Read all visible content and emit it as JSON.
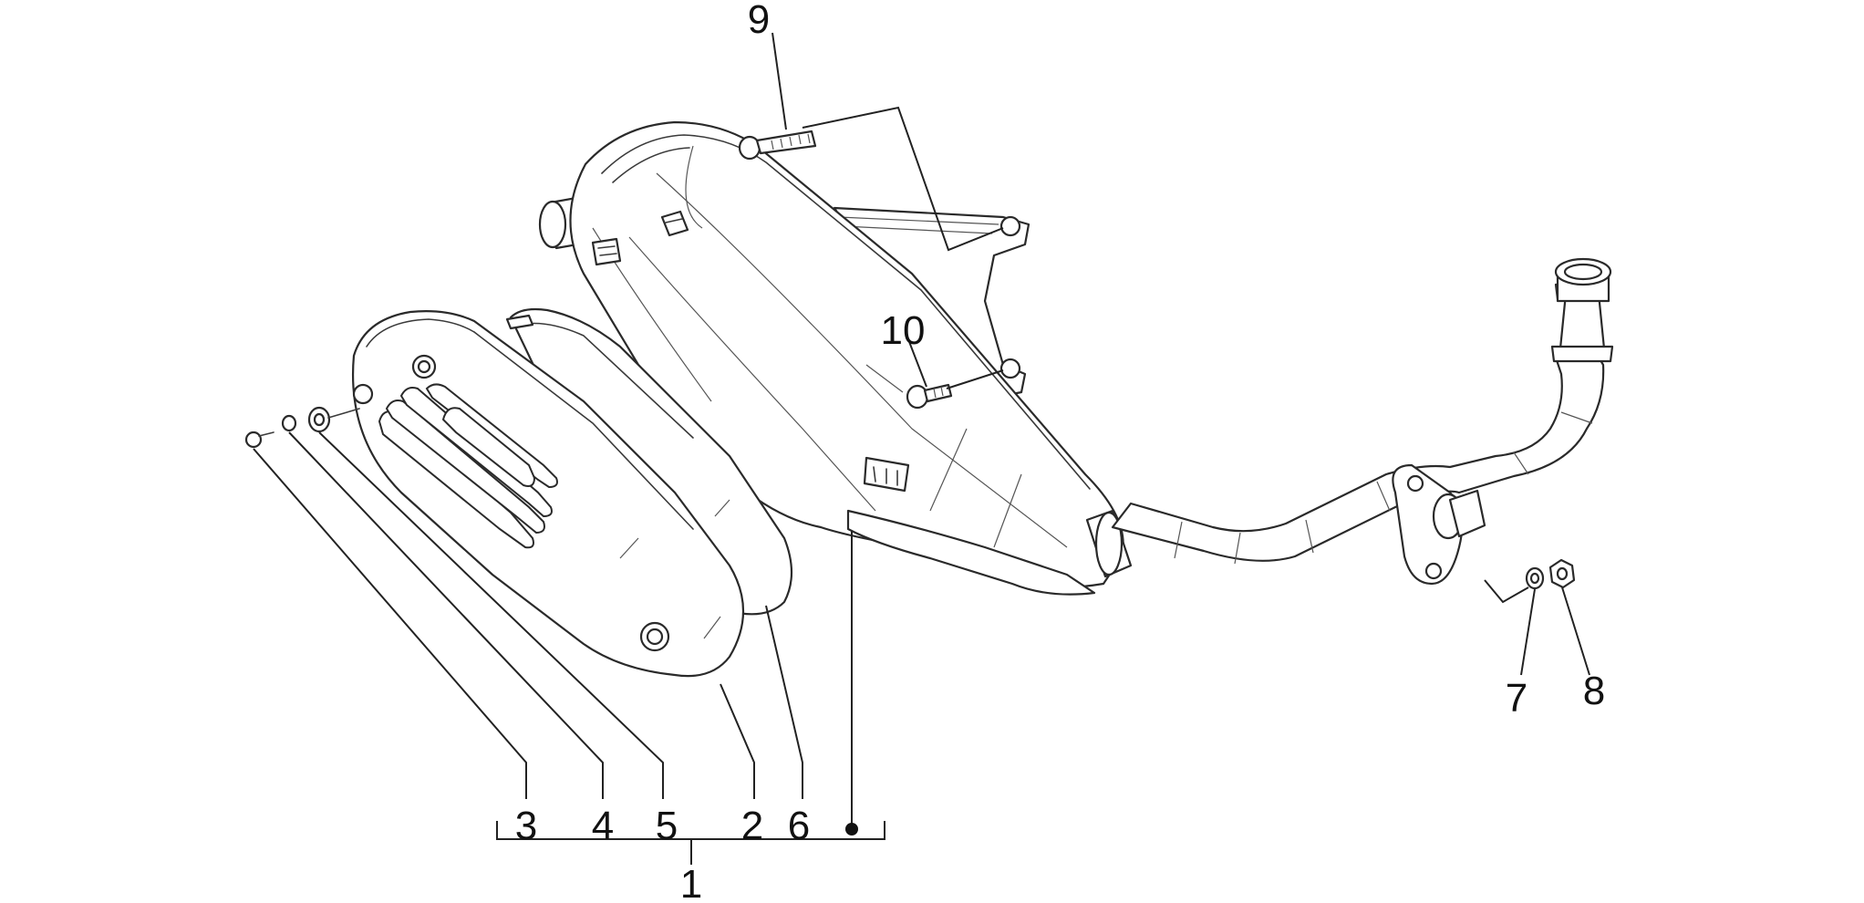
{
  "callouts": {
    "n1": "1",
    "n2": "2",
    "n3": "3",
    "n4": "4",
    "n5": "5",
    "n6": "6",
    "n7": "7",
    "n8": "8",
    "n9": "9",
    "n10": "10"
  },
  "colors": {
    "line": "#2a2a2a",
    "background": "#ffffff"
  }
}
